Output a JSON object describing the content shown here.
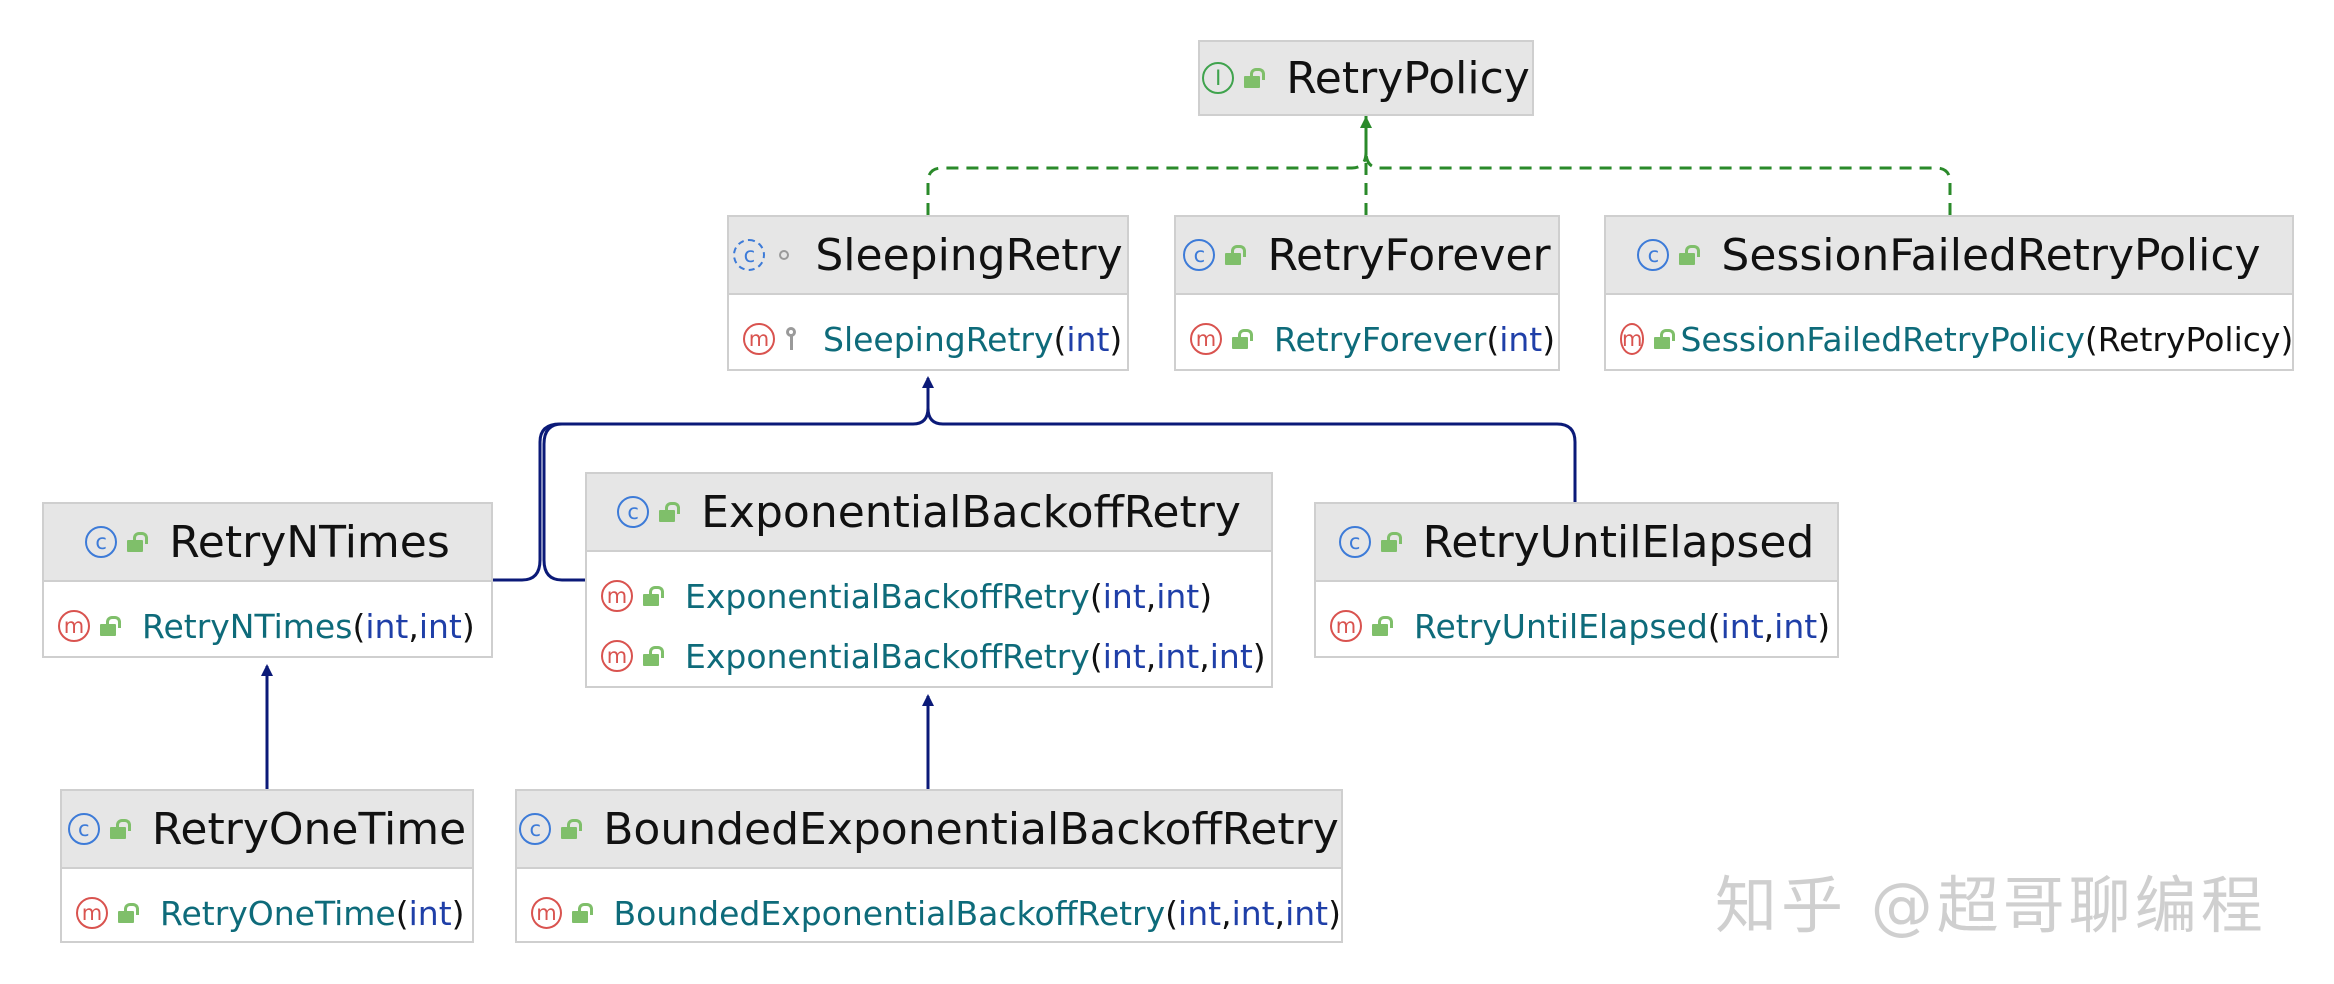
{
  "diagram": {
    "nodes": [
      {
        "id": "retrypolicy",
        "kind": "interface",
        "kind_glyph": "I",
        "modifier": "public",
        "name": "RetryPolicy",
        "methods": []
      },
      {
        "id": "sleepingretry",
        "kind": "abstract-class",
        "kind_glyph": "c",
        "modifier": "package",
        "name": "SleepingRetry",
        "methods": [
          {
            "modifier": "protected",
            "name": "SleepingRetry",
            "params": [
              "int"
            ]
          }
        ]
      },
      {
        "id": "retryforever",
        "kind": "class",
        "kind_glyph": "c",
        "modifier": "public",
        "name": "RetryForever",
        "methods": [
          {
            "modifier": "public",
            "name": "RetryForever",
            "params": [
              "int"
            ]
          }
        ]
      },
      {
        "id": "sessionfailed",
        "kind": "class",
        "kind_glyph": "c",
        "modifier": "public",
        "name": "SessionFailedRetryPolicy",
        "methods": [
          {
            "modifier": "public",
            "name": "SessionFailedRetryPolicy",
            "params": [
              "RetryPolicy"
            ]
          }
        ]
      },
      {
        "id": "retryntimes",
        "kind": "class",
        "kind_glyph": "c",
        "modifier": "public",
        "name": "RetryNTimes",
        "methods": [
          {
            "modifier": "public",
            "name": "RetryNTimes",
            "params": [
              "int",
              "int"
            ]
          }
        ]
      },
      {
        "id": "expbackoff",
        "kind": "class",
        "kind_glyph": "c",
        "modifier": "public",
        "name": "ExponentialBackoffRetry",
        "methods": [
          {
            "modifier": "public",
            "name": "ExponentialBackoffRetry",
            "params": [
              "int",
              "int"
            ]
          },
          {
            "modifier": "public",
            "name": "ExponentialBackoffRetry",
            "params": [
              "int",
              "int",
              "int"
            ]
          }
        ]
      },
      {
        "id": "retryuntil",
        "kind": "class",
        "kind_glyph": "c",
        "modifier": "public",
        "name": "RetryUntilElapsed",
        "methods": [
          {
            "modifier": "public",
            "name": "RetryUntilElapsed",
            "params": [
              "int",
              "int"
            ]
          }
        ]
      },
      {
        "id": "retryonetime",
        "kind": "class",
        "kind_glyph": "c",
        "modifier": "public",
        "name": "RetryOneTime",
        "methods": [
          {
            "modifier": "public",
            "name": "RetryOneTime",
            "params": [
              "int"
            ]
          }
        ]
      },
      {
        "id": "boundedexp",
        "kind": "class",
        "kind_glyph": "c",
        "modifier": "public",
        "name": "BoundedExponentialBackoffRetry",
        "methods": [
          {
            "modifier": "public",
            "name": "BoundedExponentialBackoffRetry",
            "params": [
              "int",
              "int",
              "int"
            ]
          }
        ]
      }
    ],
    "edges": [
      {
        "from": "sleepingretry",
        "to": "retrypolicy",
        "type": "implements"
      },
      {
        "from": "retryforever",
        "to": "retrypolicy",
        "type": "implements"
      },
      {
        "from": "sessionfailed",
        "to": "retrypolicy",
        "type": "implements"
      },
      {
        "from": "retryntimes",
        "to": "sleepingretry",
        "type": "extends"
      },
      {
        "from": "expbackoff",
        "to": "sleepingretry",
        "type": "extends"
      },
      {
        "from": "retryuntil",
        "to": "sleepingretry",
        "type": "extends"
      },
      {
        "from": "retryonetime",
        "to": "retryntimes",
        "type": "extends"
      },
      {
        "from": "boundedexp",
        "to": "expbackoff",
        "type": "extends"
      }
    ],
    "method_glyph": "m"
  },
  "colors": {
    "implements": "#2a8a2a",
    "extends": "#0b1a78",
    "header_bg": "#e6e6e6",
    "method_name": "#0e6b7a",
    "param_type": "#1f3fa8"
  },
  "watermark": "知乎 @超哥聊编程"
}
